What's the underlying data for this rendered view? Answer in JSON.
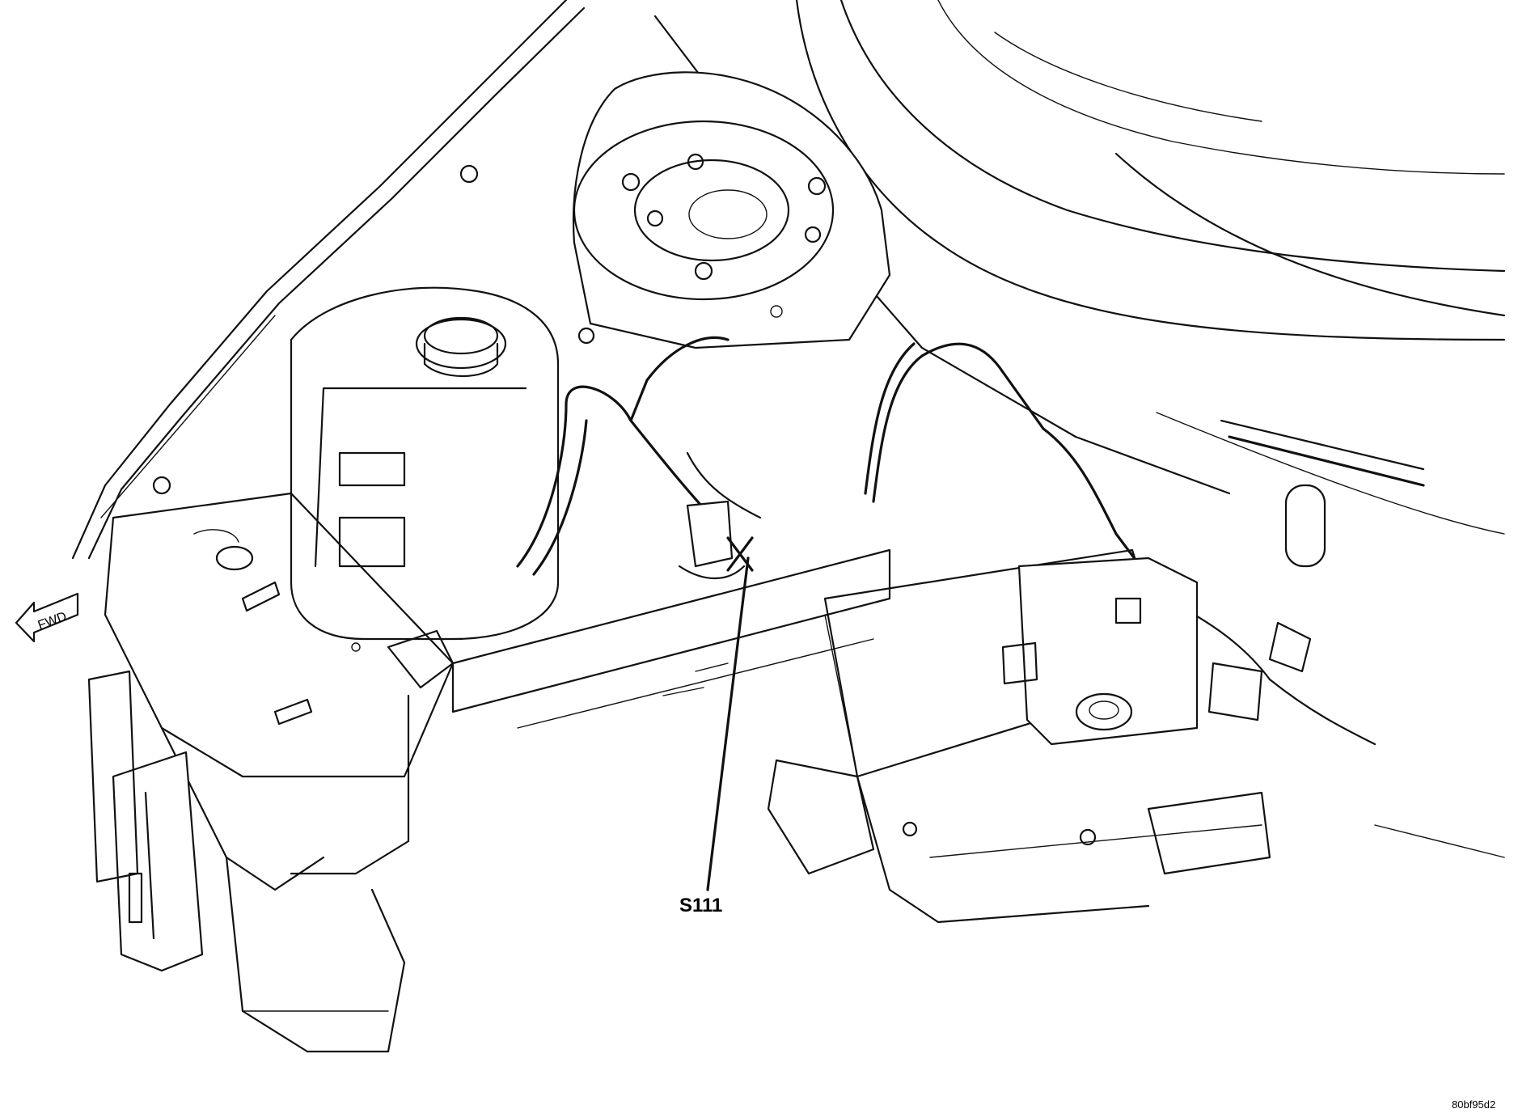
{
  "callout": {
    "label": "S111"
  },
  "direction_arrow": {
    "label": "FWD"
  },
  "reference_code": "80bf95d2",
  "colors": {
    "line": "#111111",
    "background": "#ffffff"
  }
}
